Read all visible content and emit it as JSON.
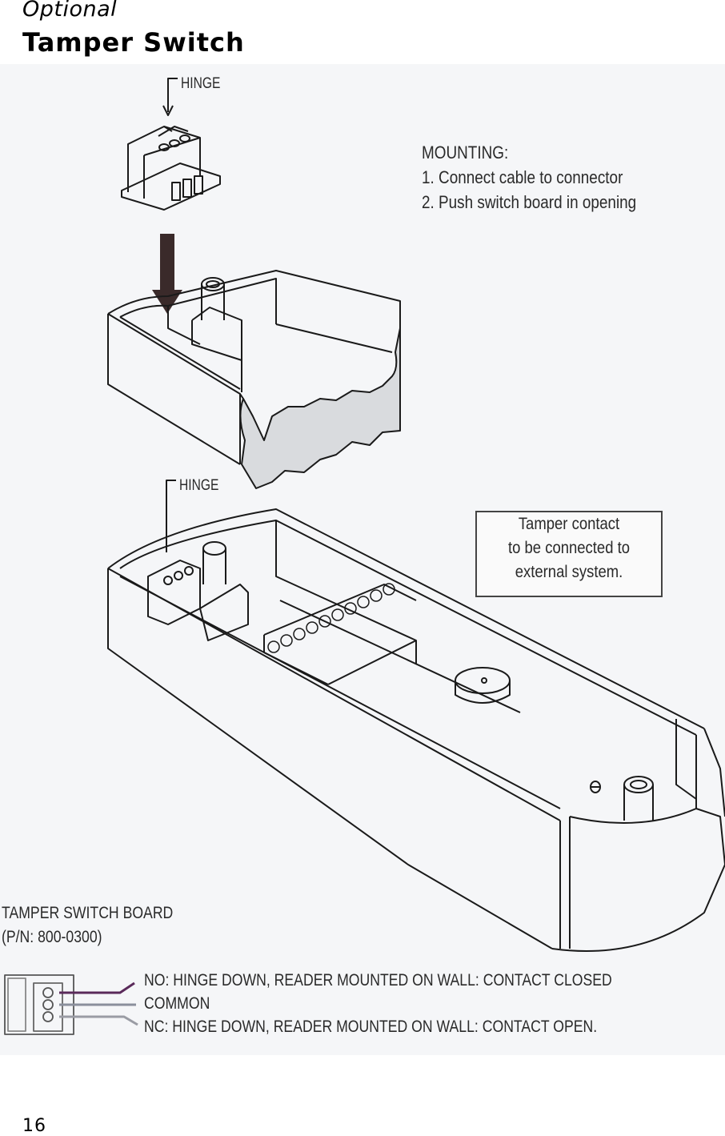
{
  "header": {
    "subtitle": "Optional",
    "title": "Tamper Switch"
  },
  "figure": {
    "hinge_label_top": "HINGE",
    "hinge_label_bottom": "HINGE",
    "mounting": {
      "heading": "MOUNTING:",
      "steps": [
        "1. Connect cable to connector",
        "2. Push switch board in opening"
      ]
    },
    "note_box": {
      "lines": [
        "Tamper contact",
        "to be connected to",
        "external system."
      ]
    },
    "board": {
      "name": "TAMPER SWITCH BOARD",
      "part_number": "(P/N: 800-0300)"
    },
    "wires": [
      {
        "label": "NO: HINGE DOWN, READER MOUNTED ON WALL: CONTACT CLOSED",
        "color": "#5a2a5a"
      },
      {
        "label": "COMMON",
        "color": "#8a8f9c"
      },
      {
        "label": "NC: HINGE DOWN, READER MOUNTED ON WALL: CONTACT OPEN.",
        "color": "#9a9ca4"
      }
    ]
  },
  "footer": {
    "page_number": "16"
  }
}
